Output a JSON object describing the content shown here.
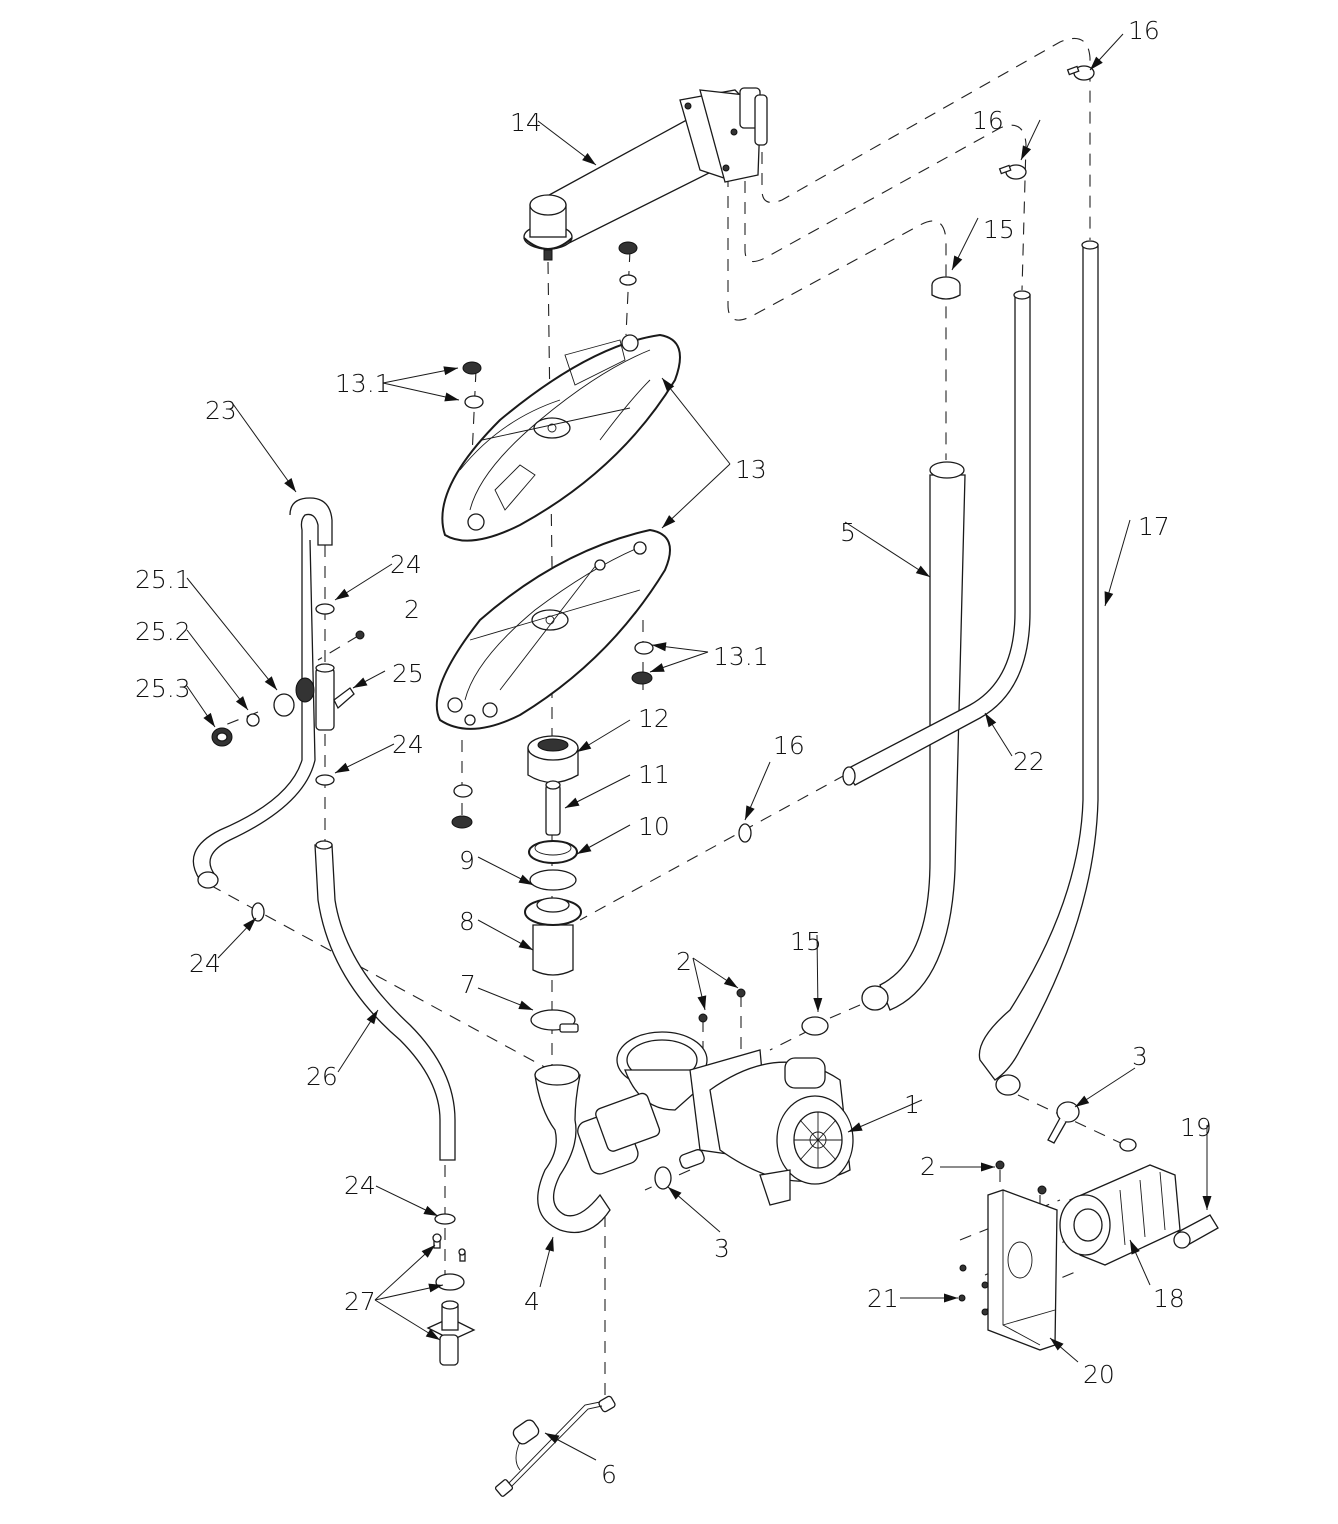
{
  "diagram": {
    "title": "Wash and drain system exploded parts diagram",
    "line_color": "#1a1a1a",
    "background": "#ffffff",
    "callouts": [
      {
        "id": "c1",
        "label": "1",
        "part": "wash-pump-motor-assembly"
      },
      {
        "id": "c2a",
        "label": "2",
        "part": "nut"
      },
      {
        "id": "c2b",
        "label": "2",
        "part": "nut"
      },
      {
        "id": "c2c",
        "label": "2",
        "part": "nut"
      },
      {
        "id": "c3a",
        "label": "3",
        "part": "hose-clamp"
      },
      {
        "id": "c3b",
        "label": "3",
        "part": "hose-clamp"
      },
      {
        "id": "c4",
        "label": "4",
        "part": "drain-hose"
      },
      {
        "id": "c5",
        "label": "5",
        "part": "hose"
      },
      {
        "id": "c6",
        "label": "6",
        "part": "wire-harness"
      },
      {
        "id": "c7",
        "label": "7",
        "part": "band-clamp"
      },
      {
        "id": "c8",
        "label": "8",
        "part": "sump-housing"
      },
      {
        "id": "c9",
        "label": "9",
        "part": "o-ring"
      },
      {
        "id": "c10",
        "label": "10",
        "part": "lock-ring"
      },
      {
        "id": "c11",
        "label": "11",
        "part": "spindle"
      },
      {
        "id": "c12",
        "label": "12",
        "part": "hub"
      },
      {
        "id": "c13a",
        "label": "13",
        "part": "wash-arm-upper"
      },
      {
        "id": "c13b",
        "label": "13",
        "part": "wash-arm-lower"
      },
      {
        "id": "c13_1a",
        "label": "13.1",
        "part": "wash-arm-plug-and-seal"
      },
      {
        "id": "c13_1b",
        "label": "13.1",
        "part": "wash-arm-plug-and-seal"
      },
      {
        "id": "c14",
        "label": "14",
        "part": "manifold-arm"
      },
      {
        "id": "c15a",
        "label": "15",
        "part": "clamp"
      },
      {
        "id": "c15b",
        "label": "15",
        "part": "clamp"
      },
      {
        "id": "c16a",
        "label": "16",
        "part": "spring-clamp"
      },
      {
        "id": "c16b",
        "label": "16",
        "part": "spring-clamp"
      },
      {
        "id": "c16c",
        "label": "16",
        "part": "spring-clamp"
      },
      {
        "id": "c17",
        "label": "17",
        "part": "hose"
      },
      {
        "id": "c18",
        "label": "18",
        "part": "booster-pump"
      },
      {
        "id": "c19",
        "label": "19",
        "part": "capacitor"
      },
      {
        "id": "c20",
        "label": "20",
        "part": "mounting-bracket"
      },
      {
        "id": "c21",
        "label": "21",
        "part": "screw"
      },
      {
        "id": "c22",
        "label": "22",
        "part": "tee-hose"
      },
      {
        "id": "c23",
        "label": "23",
        "part": "vent-hose"
      },
      {
        "id": "c24a",
        "label": "24",
        "part": "hose-clamp"
      },
      {
        "id": "c24b",
        "label": "24",
        "part": "hose-clamp"
      },
      {
        "id": "c24c",
        "label": "24",
        "part": "hose-clamp"
      },
      {
        "id": "c24d",
        "label": "24",
        "part": "hose-clamp"
      },
      {
        "id": "c25",
        "label": "25",
        "part": "check-valve-tee"
      },
      {
        "id": "c25_1",
        "label": "25.1",
        "part": "o-ring"
      },
      {
        "id": "c25_2",
        "label": "25.2",
        "part": "ball"
      },
      {
        "id": "c25_3",
        "label": "25.3",
        "part": "cap-nut"
      },
      {
        "id": "c26",
        "label": "26",
        "part": "hose"
      },
      {
        "id": "c27",
        "label": "27",
        "part": "drain-fitting-kit"
      }
    ]
  }
}
